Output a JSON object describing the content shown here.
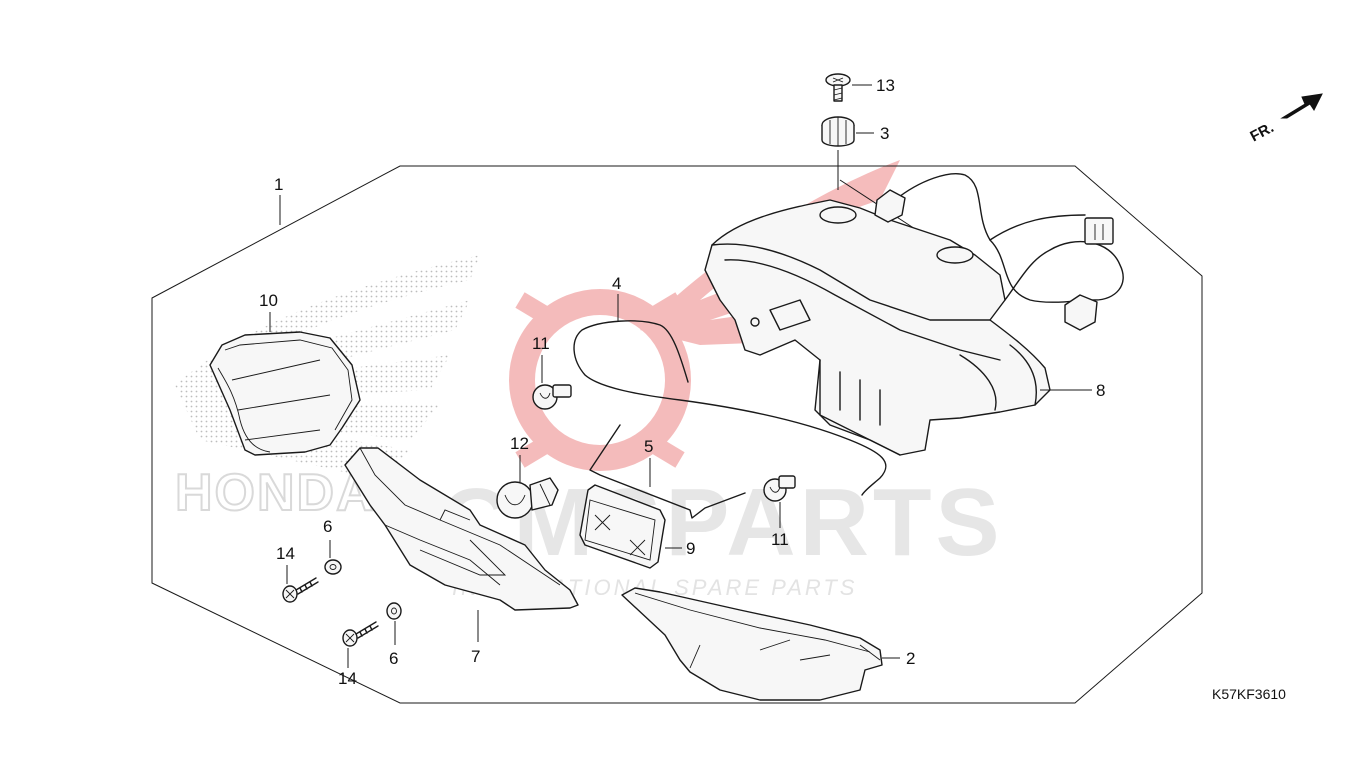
{
  "diagram": {
    "code": "K57KF3610",
    "direction_label": "FR.",
    "callouts": {
      "c1": "1",
      "c2": "2",
      "c3": "3",
      "c4": "4",
      "c5": "5",
      "c6a": "6",
      "c6b": "6",
      "c7": "7",
      "c8": "8",
      "c9": "9",
      "c10": "10",
      "c11a": "11",
      "c11b": "11",
      "c12": "12",
      "c13": "13",
      "c14a": "14",
      "c14b": "14"
    }
  },
  "watermark": {
    "brand": "CMSPARTS",
    "tagline": "INTERNATIONAL SPARE PARTS",
    "logo_text": "HONDA"
  }
}
